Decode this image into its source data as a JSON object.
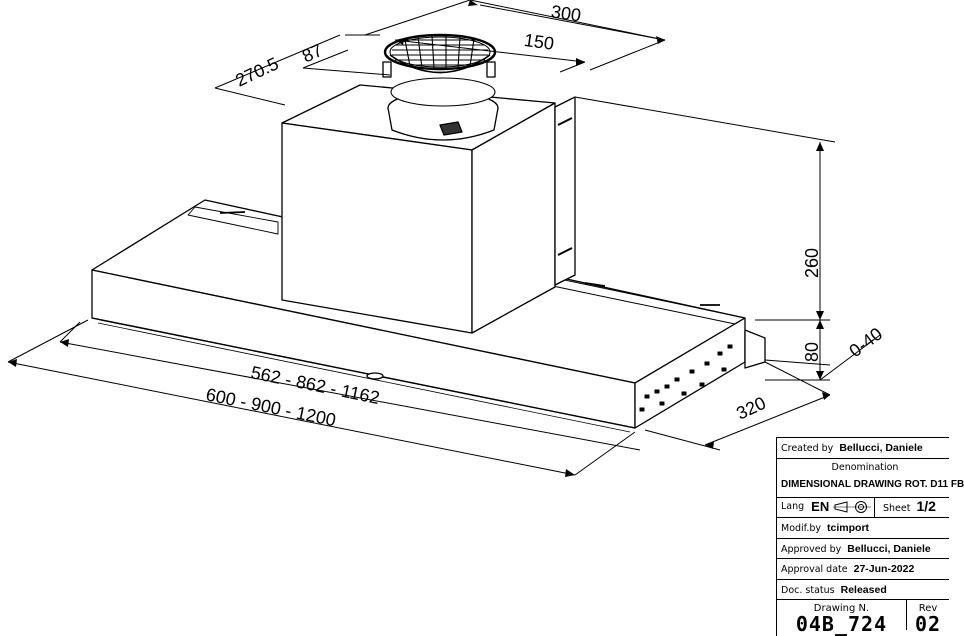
{
  "dimensions": {
    "width_outer": "300",
    "duct_diameter": "150",
    "depth_top": "270.5",
    "duct_offset": "87",
    "chimney_height": "260",
    "body_height": "80",
    "adjust_range": "0-40",
    "body_depth": "320",
    "inner_widths": "562 - 862 - 1162",
    "outer_widths": "600 - 900 - 1200"
  },
  "title_block": {
    "created_by_label": "Created by",
    "created_by_value": "Bellucci, Daniele",
    "denomination_label": "Denomination",
    "denomination_value": "DIMENSIONAL DRAWING ROT. D11 FB",
    "lang_label": "Lang",
    "lang_value": "EN",
    "sheet_label": "Sheet",
    "sheet_value": "1/2",
    "modif_label": "Modif.by",
    "modif_value": "tcimport",
    "approved_label": "Approved by",
    "approved_value": "Bellucci, Daniele",
    "approval_date_label": "Approval date",
    "approval_date_value": "27-Jun-2022",
    "status_label": "Doc. status",
    "status_value": "Released",
    "drawing_label": "Drawing N.",
    "drawing_value": "04B_724",
    "rev_label": "Rev",
    "rev_value": "02"
  }
}
